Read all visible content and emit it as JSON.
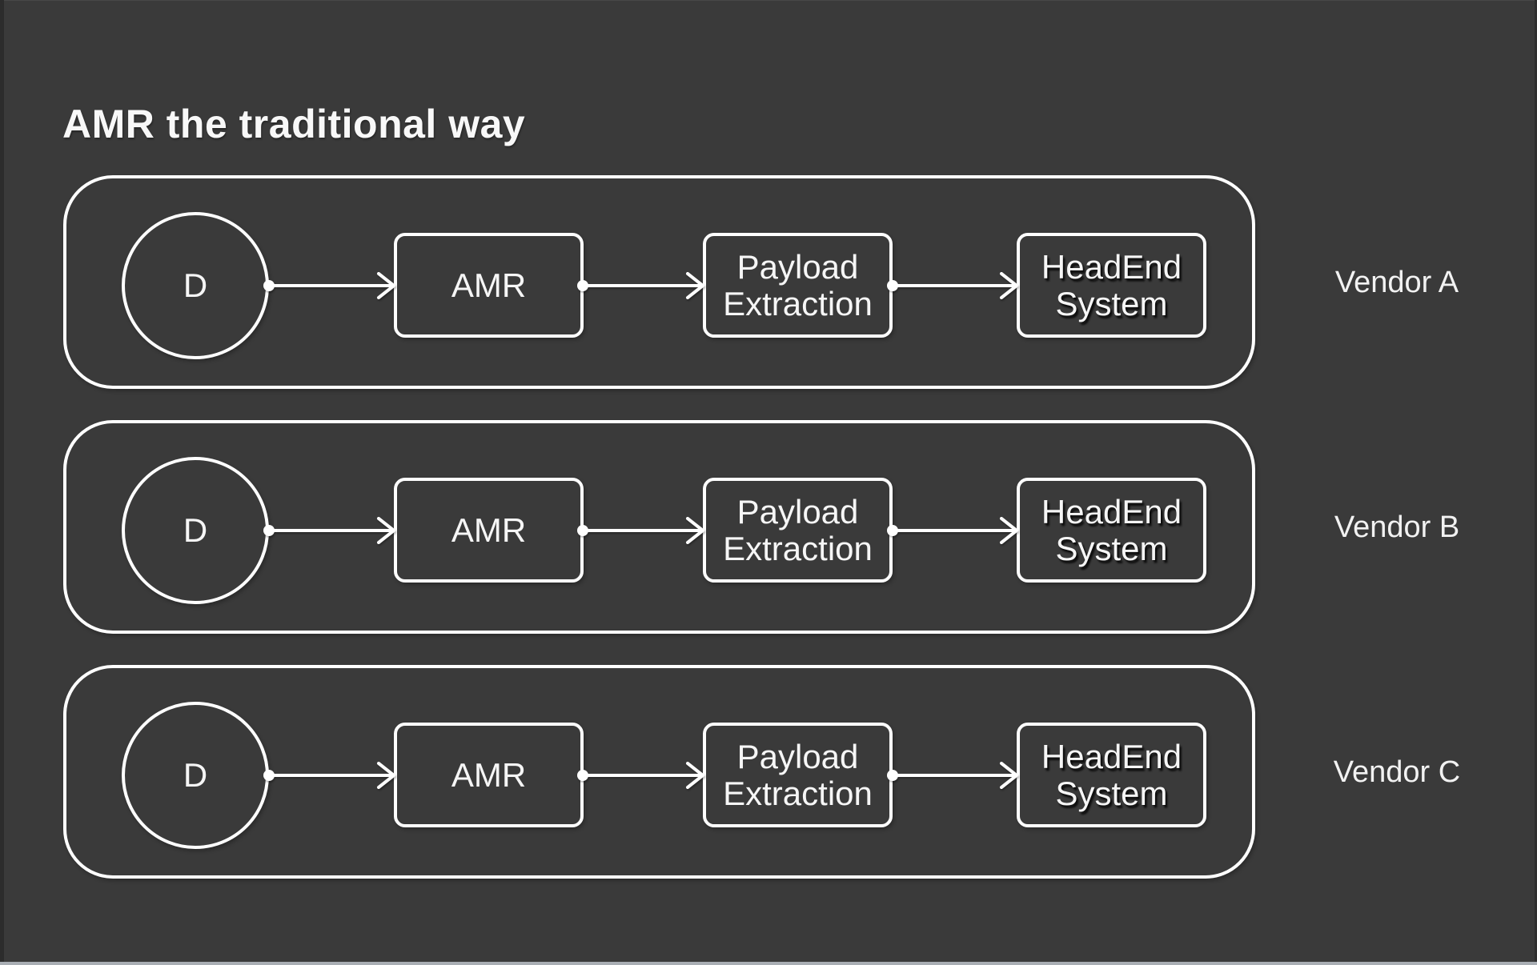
{
  "title": "AMR the traditional way",
  "colors": {
    "background": "#3a3a3a",
    "line": "#ffffff",
    "text": "#f6f6f6"
  },
  "rows": [
    {
      "vendor": "Vendor A",
      "source": "D",
      "steps": [
        "AMR",
        "Payload Extraction",
        "HeadEnd System"
      ]
    },
    {
      "vendor": "Vendor B",
      "source": "D",
      "steps": [
        "AMR",
        "Payload Extraction",
        "HeadEnd System"
      ]
    },
    {
      "vendor": "Vendor C",
      "source": "D",
      "steps": [
        "AMR",
        "Payload Extraction",
        "HeadEnd System"
      ]
    }
  ]
}
